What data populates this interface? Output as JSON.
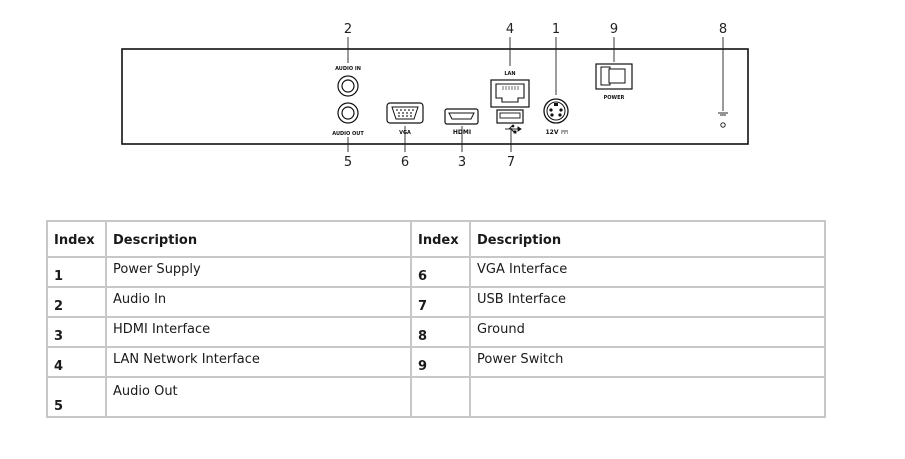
{
  "callouts": {
    "power_supply": "1",
    "audio_in": "2",
    "hdmi": "3",
    "lan": "4",
    "audio_out": "5",
    "vga": "6",
    "usb": "7",
    "ground": "8",
    "power_switch": "9"
  },
  "panel_labels": {
    "audio_in": "AUDIO IN",
    "audio_out": "AUDIO OUT",
    "vga": "VGA",
    "hdmi": "HDMI",
    "lan": "LAN",
    "power": "POWER",
    "voltage": "12V"
  },
  "table": {
    "headers": {
      "index_left": "Index",
      "desc_left": "Description",
      "index_right": "Index",
      "desc_right": "Description"
    },
    "rows": [
      {
        "left_index": "1",
        "left_desc": "Power Supply",
        "right_index": "6",
        "right_desc": "VGA Interface"
      },
      {
        "left_index": "2",
        "left_desc": "Audio In",
        "right_index": "7",
        "right_desc": "USB Interface"
      },
      {
        "left_index": "3",
        "left_desc": "HDMI Interface",
        "right_index": "8",
        "right_desc": "Ground"
      },
      {
        "left_index": "4",
        "left_desc": "LAN Network Interface",
        "right_index": "9",
        "right_desc": "Power Switch"
      },
      {
        "left_index": "5",
        "left_desc": "Audio Out",
        "right_index": "",
        "right_desc": ""
      }
    ]
  }
}
